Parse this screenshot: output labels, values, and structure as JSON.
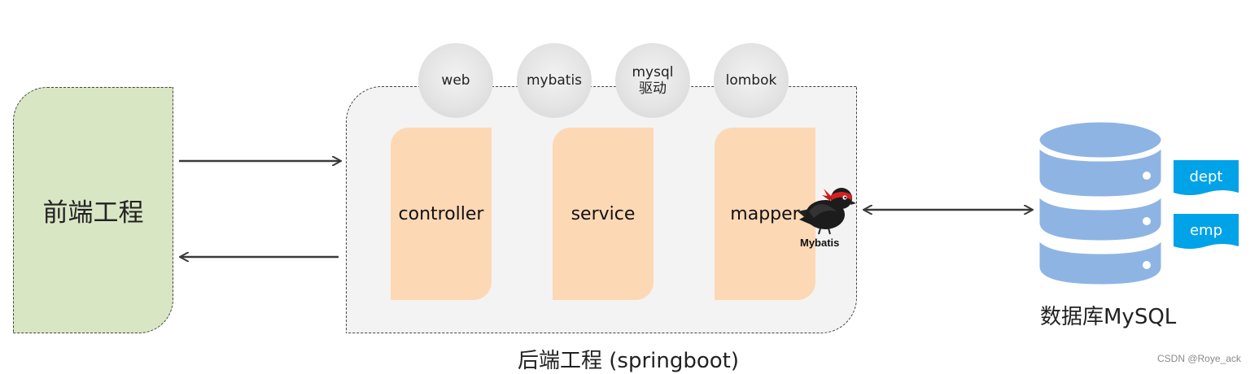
{
  "frontend": {
    "label": "前端工程"
  },
  "backend": {
    "title": "后端工程 (springboot)",
    "layers": [
      "controller",
      "service",
      "mapper"
    ],
    "dependencies": [
      {
        "line1": "web",
        "line2": ""
      },
      {
        "line1": "mybatis",
        "line2": ""
      },
      {
        "line1": "mysql",
        "line2": "驱动"
      },
      {
        "line1": "lombok",
        "line2": ""
      }
    ],
    "mybatis_logo_text": "Mybatis"
  },
  "database": {
    "title": "数据库MySQL",
    "tables": [
      "dept",
      "emp"
    ]
  },
  "colors": {
    "frontend_fill": "#d8e6c4",
    "backend_fill": "#f3f3f3",
    "layer_fill": "#fdd8b5",
    "db_fill": "#8eb4e3",
    "table_tag_fill": "#00a2e8"
  },
  "icons": [
    "mybatis-bird-icon",
    "database-cylinder-icon"
  ],
  "watermark": "CSDN @Roye_ack"
}
